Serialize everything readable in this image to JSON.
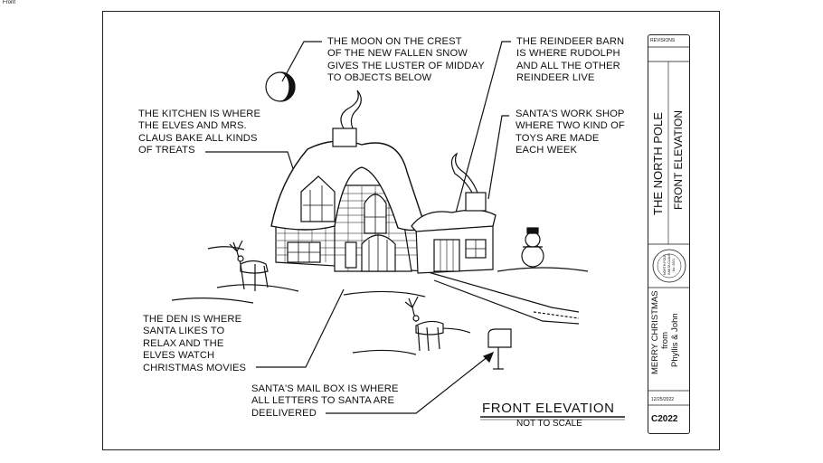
{
  "corner_label": "Front",
  "notes": {
    "moon": [
      "THE MOON ON THE CREST",
      "OF THE NEW FALLEN SNOW",
      "GIVES THE LUSTER OF MIDDAY",
      "TO OBJECTS BELOW"
    ],
    "barn": [
      "THE REINDEER BARN",
      "IS WHERE RUDOLPH",
      "AND ALL THE OTHER",
      "REINDEER LIVE"
    ],
    "kitchen": [
      "THE KITCHEN IS WHERE",
      "THE ELVES AND MRS.",
      "CLAUS BAKE ALL KINDS",
      "OF TREATS"
    ],
    "workshop": [
      "SANTA'S WORK SHOP",
      "WHERE TWO KIND OF",
      "TOYS ARE MADE",
      "EACH WEEK"
    ],
    "den": [
      "THE DEN IS WHERE",
      "SANTA LIKES TO",
      "RELAX AND THE",
      "ELVES WATCH",
      "CHRISTMAS MOVIES"
    ],
    "mailbox": [
      "SANTA'S MAIL BOX IS WHERE",
      "ALL LETTERS TO SANTA ARE",
      "DEELIVERED"
    ]
  },
  "drawing_title": "FRONT ELEVATION",
  "drawing_subtitle": "NOT TO SCALE",
  "title_block": {
    "revisions": "REVISIONS",
    "project": "THE NORTH POLE",
    "sheet_title": "FRONT ELEVATION",
    "seal_lines": [
      "NORTH POLE",
      "SANTA CLAUS",
      "No.",
      "0001"
    ],
    "greeting": "MERRY CHRISTMAS",
    "from": "from",
    "names": "Phyllis & John",
    "date": "12/25/2022",
    "sheet_number": "C2022"
  }
}
